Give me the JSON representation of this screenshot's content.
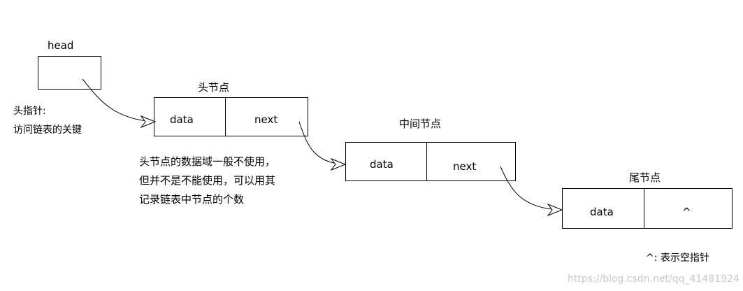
{
  "head_pointer": {
    "label": "head",
    "caption_line1": "头指针:",
    "caption_line2": "访问链表的关键"
  },
  "head_node": {
    "title": "头节点",
    "data_label": "data",
    "next_label": "next",
    "note_lines": [
      "头节点的数据域一般不使用，",
      "但并不是不能使用，可以用其",
      "记录链表中节点的个数"
    ]
  },
  "middle_node": {
    "title": "中间节点",
    "data_label": "data",
    "next_label": "next"
  },
  "tail_node": {
    "title": "尾节点",
    "data_label": "data",
    "null_label": "^"
  },
  "legend": {
    "text": "^: 表示空指针"
  },
  "watermark": {
    "text": "https://blog.csdn.net/qq_41481924"
  }
}
